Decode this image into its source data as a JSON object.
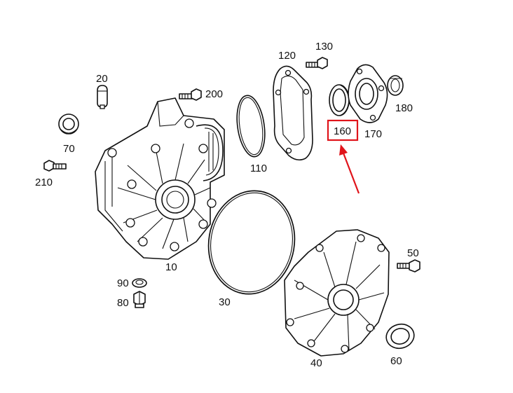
{
  "labels": {
    "p10": "10",
    "p20": "20",
    "p30": "30",
    "p40": "40",
    "p50": "50",
    "p60": "60",
    "p70": "70",
    "p80": "80",
    "p90": "90",
    "p110": "110",
    "p120": "120",
    "p130": "130",
    "p160": "160",
    "p170": "170",
    "p180": "180",
    "p200": "200",
    "p210": "210"
  },
  "highlight": {
    "part": "160",
    "color": "#e0141b"
  }
}
